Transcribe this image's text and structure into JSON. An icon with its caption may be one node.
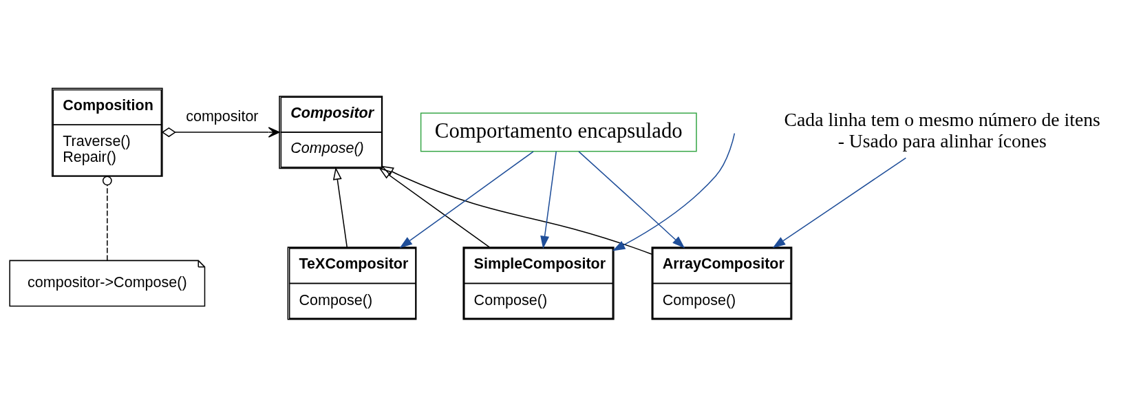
{
  "diagram": {
    "nodes": [
      {
        "text": [
          "Composition",
          "Traverse() Repair()"
        ]
      },
      {
        "text": [
          "Compositor",
          "Compose()"
        ]
      },
      {
        "text": [
          "compositor->Compose()"
        ]
      },
      {
        "text": [
          "Comportamento encapsulado"
        ]
      },
      {
        "text": [
          "Cada linha tem o mesmo número de itens",
          "- Usado para alinhar ícones"
        ]
      },
      {
        "text": [
          "SimpleCompositor",
          "Compose()"
        ]
      },
      {
        "text": [
          "TeXCompositor",
          "Compose()"
        ]
      },
      {
        "text": [
          "ArrayCompositor",
          "Compose()"
        ]
      }
    ],
    "edges": [
      {
        "from": 0,
        "to": 1,
        "arrow": "to",
        "label": "compositor"
      },
      {
        "from": 2,
        "to": 0,
        "arrow": "other",
        "style": "dashed"
      },
      {
        "from": 5,
        "to": 1,
        "arrow": "to"
      },
      {
        "from": 6,
        "to": 1,
        "arrow": "to"
      },
      {
        "from": 7,
        "to": 1,
        "arrow": "to"
      },
      {
        "from": 3,
        "to": 5,
        "arrow": "to",
        "color": "#1f4e99"
      },
      {
        "from": 3,
        "to": 6,
        "arrow": "to",
        "color": "#1f4e99"
      },
      {
        "from": 3,
        "to": 7,
        "arrow": "to",
        "color": "#1f4e99"
      },
      {
        "from": 4,
        "to": 7,
        "arrow": "to",
        "color": "#1f4e99"
      },
      {
        "from": null,
        "to": 5,
        "arrow": "to",
        "color": "#1f4e99"
      }
    ]
  }
}
